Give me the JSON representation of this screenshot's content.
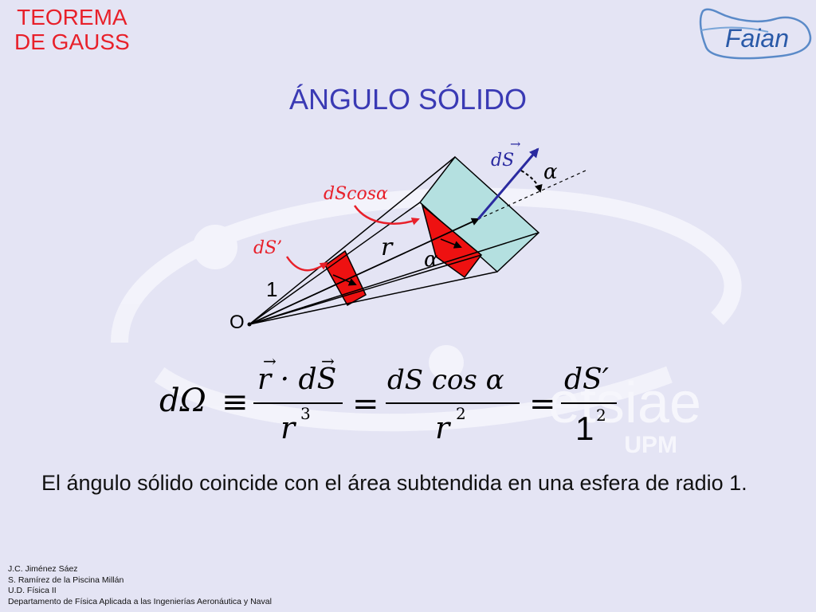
{
  "header": {
    "topic_line1": "TEOREMA",
    "topic_line2": "DE GAUSS",
    "logo_text": "Faian",
    "title": "ÁNGULO SÓLIDO"
  },
  "diagram": {
    "origin_label": "O",
    "unit_label": "1",
    "r_label": "r",
    "alpha_label_near": "α",
    "alpha_label_far": "α",
    "dS_label": "dS",
    "dScos_label": "dScosα",
    "dSprime_label": "dS’"
  },
  "formula": {
    "lhs": "dΩ",
    "equiv": "≡",
    "num1": "r · dS",
    "den1": "r",
    "den1_exp": "3",
    "eq1": "=",
    "num2": "dS cos α",
    "den2": "r",
    "den2_exp": "2",
    "eq2": "=",
    "num3": "dS′",
    "den3": "1",
    "den3_exp": "2"
  },
  "watermark": {
    "text": "etsiae",
    "subtext": "UPM"
  },
  "statement": "El ángulo sólido coincide con el área subtendida en una esfera de radio 1.",
  "credits": [
    "J.C. Jiménez Sáez",
    "S. Ramírez de la Piscina Millán",
    "U.D. Física II",
    "Departamento de Física Aplicada a las Ingenierías Aeronáutica y Naval"
  ],
  "colors": {
    "background": "#e4e4f4",
    "title_blue": "#3a3ab4",
    "topic_red": "#e8202a",
    "patch_red": "#ee1111",
    "patch_cyan": "#b4e0e0",
    "arrow_blue": "#2a2aa0"
  }
}
